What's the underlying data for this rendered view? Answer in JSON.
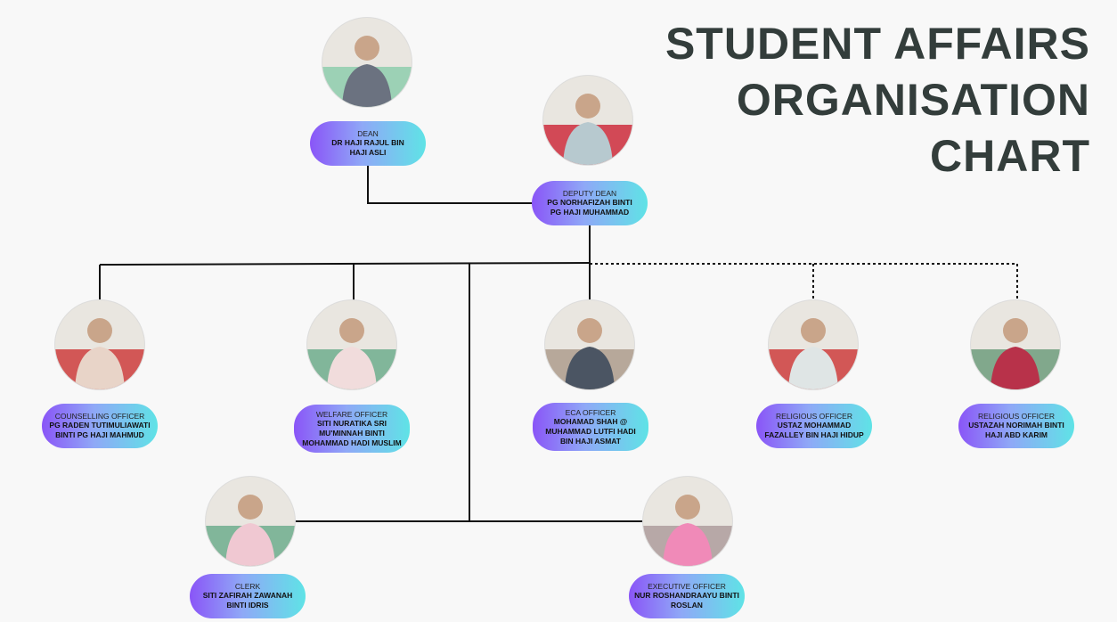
{
  "title": [
    "STUDENT AFFAIRS",
    "ORGANISATION",
    "CHART"
  ],
  "colors": {
    "gradient_start": "#8a55f7",
    "gradient_end": "#5fe3e6",
    "line": "#111111",
    "title": "#333d3b"
  },
  "nodes": {
    "dean": {
      "role": "DEAN",
      "name": [
        "DR HAJI RAJUL BIN",
        "HAJI ASLI"
      ]
    },
    "deputy": {
      "role": "DEPUTY DEAN",
      "name": [
        "PG NORHAFIZAH BINTI",
        "PG HAJI MUHAMMAD"
      ]
    },
    "counselling": {
      "role": "COUNSELLING OFFICER",
      "name": [
        "PG RADEN TUTIMULIAWATI",
        "BINTI PG HAJI MAHMUD"
      ]
    },
    "welfare": {
      "role": "WELFARE OFFICER",
      "name": [
        "SITI NURATIKA SRI",
        "MU'MINNAH BINTI",
        "MOHAMMAD HADI MUSLIM"
      ]
    },
    "eca": {
      "role": "ECA OFFICER",
      "name": [
        "MOHAMAD SHAH @",
        "MUHAMMAD LUTFI HADI",
        "BIN HAJI ASMAT"
      ]
    },
    "religious1": {
      "role": "RELIGIOUS OFFICER",
      "name": [
        "USTAZ MOHAMMAD",
        "FAZALLEY BIN HAJI HIDUP"
      ]
    },
    "religious2": {
      "role": "RELIGIOUS OFFICER",
      "name": [
        "USTAZAH NORIMAH BINTI",
        "HAJI ABD KARIM"
      ]
    },
    "clerk": {
      "role": "CLERK",
      "name": [
        "SITI ZAFIRAH ZAWANAH",
        "BINTI IDRIS"
      ]
    },
    "executive": {
      "role": "EXECUTIVE OFFICER",
      "name": [
        "NUR ROSHANDRAAYU BINTI",
        "ROSLAN"
      ]
    }
  }
}
